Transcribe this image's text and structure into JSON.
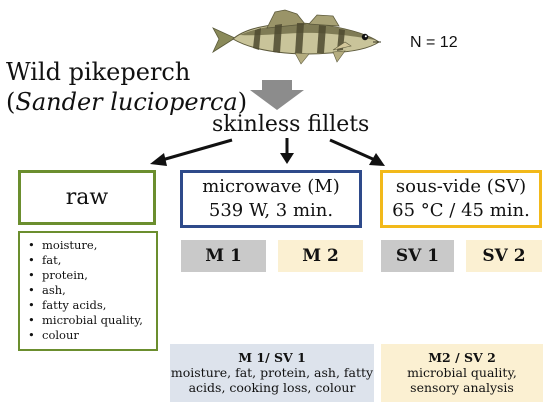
{
  "sample_size": "N = 12",
  "species": {
    "common_name": "Wild pikeperch",
    "latin_open": "(",
    "latin_name": "Sander lucioperca",
    "latin_close": ")"
  },
  "fillets_label": "skinless fillets",
  "treatments": {
    "raw": {
      "label": "raw",
      "color": "#6b8e2e"
    },
    "microwave": {
      "line1": "microwave (M)",
      "line2": "539 W, 3 min.",
      "color": "#2e4a8a"
    },
    "sous_vide": {
      "line1": "sous-vide (SV)",
      "line2": "65 °C / 45 min.",
      "color": "#f2b91a"
    }
  },
  "raw_analyses": [
    "moisture,",
    "fat,",
    "protein,",
    "ash,",
    "fatty acids,",
    "microbial quality,",
    "colour"
  ],
  "subgroups": {
    "m1": "M 1",
    "m2": "M 2",
    "sv1": "SV 1",
    "sv2": "SV 2"
  },
  "panels": {
    "left": {
      "heading": "M 1/ SV 1",
      "line1": "moisture,  fat, protein, ash, fatty",
      "line2": "acids,  cooking loss, colour"
    },
    "right": {
      "heading": "M2 / SV 2",
      "line1": "microbial quality,",
      "line2": "sensory analysis"
    }
  },
  "icons": {
    "fish": "pikeperch-fish-icon",
    "down_arrow": "grey-block-arrow-icon"
  }
}
